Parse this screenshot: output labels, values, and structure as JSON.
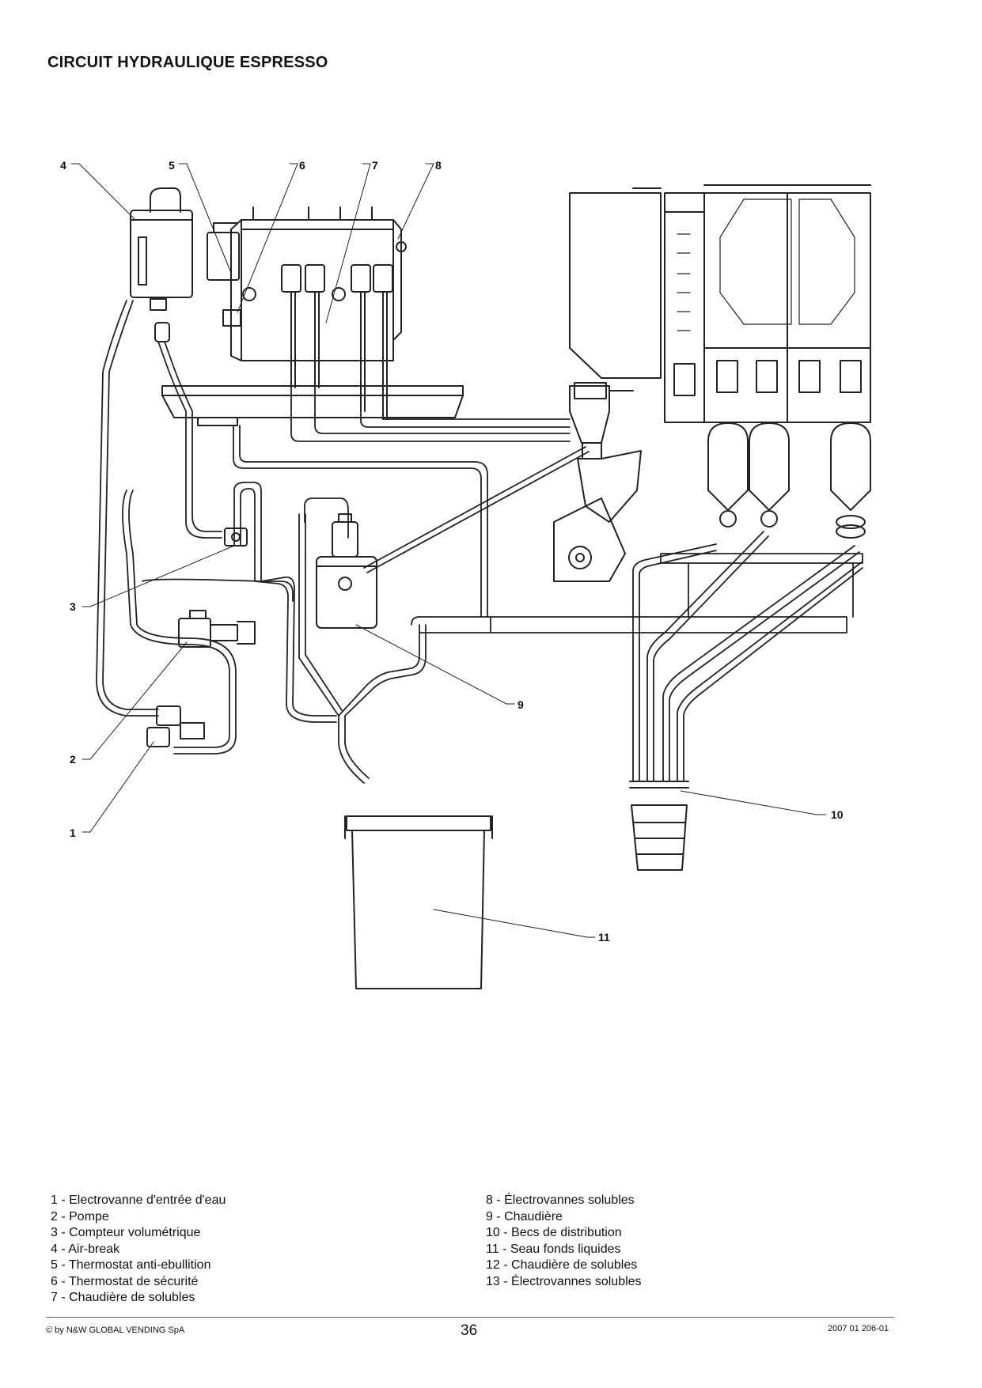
{
  "title": "CIRCUIT HYDRAULIQUE ESPRESSO",
  "callouts": [
    "1",
    "2",
    "3",
    "4",
    "5",
    "6",
    "7",
    "8",
    "9",
    "10",
    "11"
  ],
  "legend": {
    "left": [
      "1 - Electrovanne d'entrée d'eau",
      "2 - Pompe",
      "3 - Compteur volumétrique",
      "4 - Air-break",
      "5 - Thermostat anti-ebullition",
      "6 - Thermostat de sécurité",
      "7 - Chaudière de solubles"
    ],
    "right": [
      "8 - Électrovannes solubles",
      "9 - Chaudière",
      "10 - Becs de distribution",
      "11 - Seau fonds liquides",
      "12 - Chaudière de solubles",
      "13 - Électrovannes solubles"
    ]
  },
  "footer": {
    "copyright": "© by N&W GLOBAL VENDING SpA",
    "page": "36",
    "doc_code": "2007 01 206-01"
  }
}
